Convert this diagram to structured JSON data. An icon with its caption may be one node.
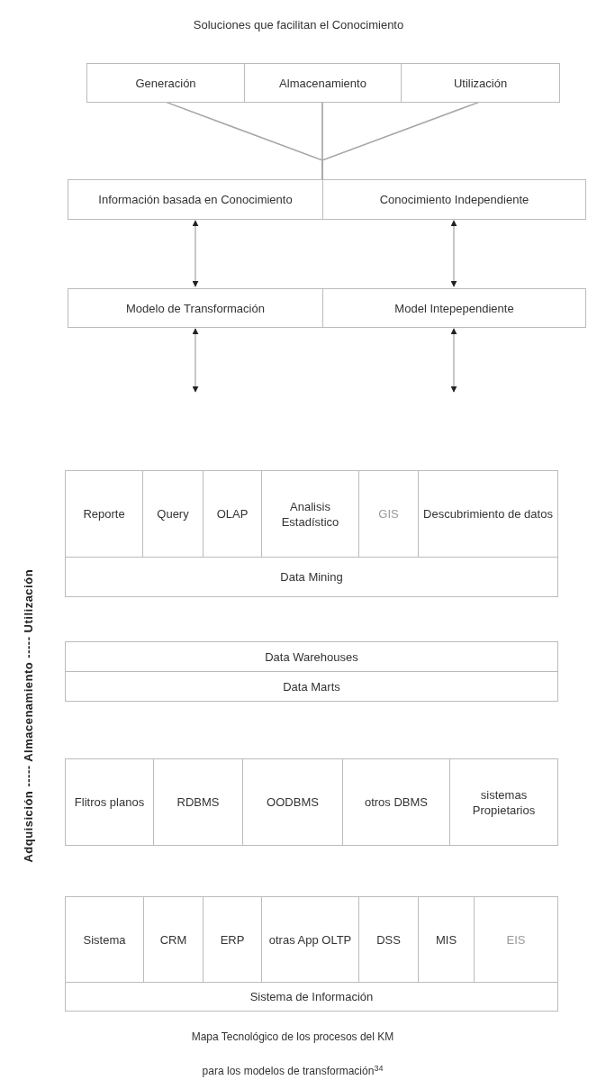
{
  "diagram": {
    "title": "Soluciones que facilitan el Conocimiento",
    "nodes": [
      {
        "text": [
          "Generación"
        ]
      },
      {
        "text": [
          "Almacenamiento"
        ]
      },
      {
        "text": [
          "Utilización"
        ]
      },
      {
        "text": [
          "Información basada en Conocimiento"
        ]
      },
      {
        "text": [
          "Conocimiento Independiente"
        ]
      },
      {
        "text": [
          "Modelo de Transformación"
        ]
      },
      {
        "text": [
          "Model Intepependiente"
        ]
      },
      {
        "text": [
          "Reporte"
        ]
      },
      {
        "text": [
          "Query"
        ]
      },
      {
        "text": [
          "OLAP"
        ]
      },
      {
        "text": [
          "Analisis Estadístico"
        ]
      },
      {
        "text": [
          "GIS"
        ]
      },
      {
        "text": [
          "Descubrimiento de datos"
        ]
      },
      {
        "text": [
          "Data Mining"
        ]
      },
      {
        "text": [
          "Data Warehouses"
        ]
      },
      {
        "text": [
          "Data Marts"
        ]
      },
      {
        "text": [
          "Flitros planos"
        ]
      },
      {
        "text": [
          "RDBMS"
        ]
      },
      {
        "text": [
          "OODBMS"
        ]
      },
      {
        "text": [
          "otros DBMS"
        ]
      },
      {
        "text": [
          "sistemas Propietarios"
        ]
      },
      {
        "text": [
          "Sistema"
        ]
      },
      {
        "text": [
          "CRM"
        ]
      },
      {
        "text": [
          "ERP"
        ]
      },
      {
        "text": [
          "otras App OLTP"
        ]
      },
      {
        "text": [
          "DSS"
        ]
      },
      {
        "text": [
          "MIS"
        ]
      },
      {
        "text": [
          "EIS"
        ]
      },
      {
        "text": [
          "Sistema de Información"
        ]
      }
    ],
    "edges": [
      {
        "from": 0,
        "to": 3,
        "arrow": "none"
      },
      {
        "from": 0,
        "to": 4,
        "arrow": "none"
      },
      {
        "from": 1,
        "to": 3,
        "arrow": "none"
      },
      {
        "from": 1,
        "to": 4,
        "arrow": "none"
      },
      {
        "from": 2,
        "to": 3,
        "arrow": "none"
      },
      {
        "from": 2,
        "to": 4,
        "arrow": "none"
      },
      {
        "from": 3,
        "to": 5,
        "arrow": "both"
      },
      {
        "from": 4,
        "to": 6,
        "arrow": "both"
      },
      {
        "from": 5,
        "to": null,
        "arrow": "both"
      },
      {
        "from": 6,
        "to": null,
        "arrow": "both"
      }
    ],
    "labels": [
      "Adquisición ----- Almacenamiento ----- Utilización"
    ],
    "caption": "Mapa Tecnológico de los procesos del KM para los modelos de transformación$^{34}$"
  }
}
